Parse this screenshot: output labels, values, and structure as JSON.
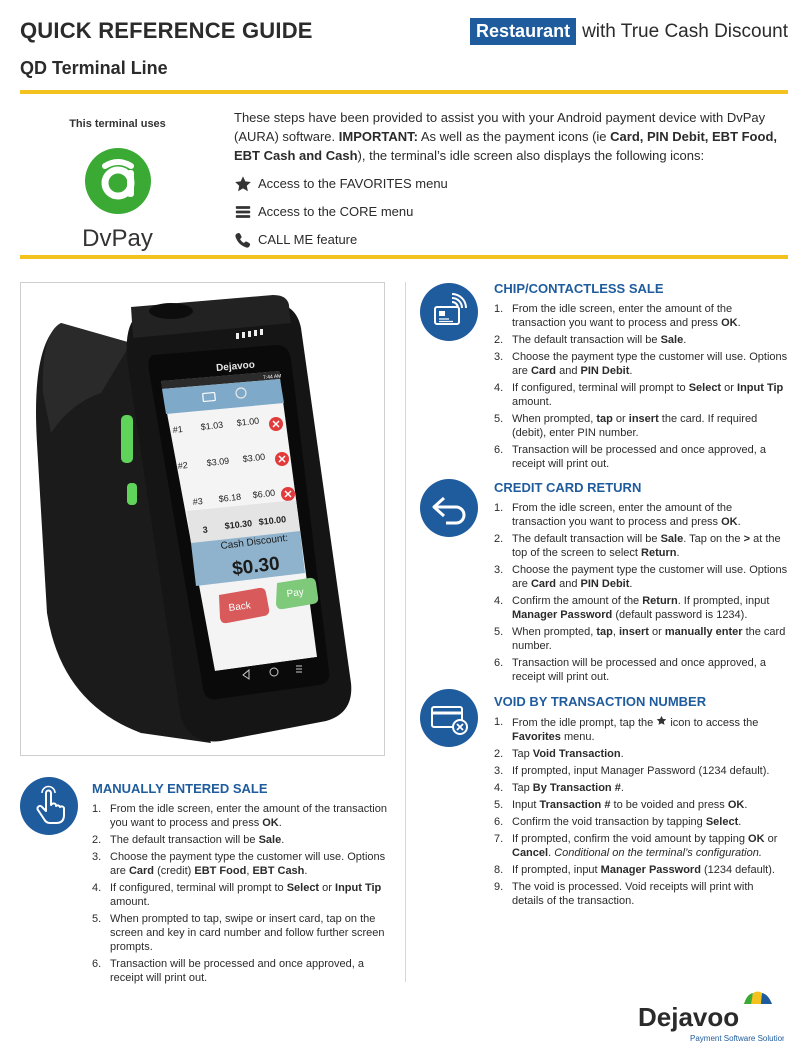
{
  "header": {
    "title": "QUICK REFERENCE GUIDE",
    "subtitle": "QD Terminal Line",
    "badge": "Restaurant",
    "badge_tail": "with True Cash Discount"
  },
  "intro": {
    "uses_label": "This terminal uses",
    "app_name": "DvPay",
    "text_1": "These steps have been provided to assist you with your Android payment device with DvPay (AURA) software. ",
    "important": "IMPORTANT:",
    "text_2": " As well as the payment icons (ie ",
    "bold_icons": "Card, PIN Debit, EBT Food, EBT Cash and Cash",
    "text_3": "), the terminal’s idle screen also displays the following icons:",
    "features": [
      {
        "icon": "star-icon",
        "label": "Access to the FAVORITES menu"
      },
      {
        "icon": "menu-icon",
        "label": "Access to the CORE menu"
      },
      {
        "icon": "phone-icon",
        "label": "CALL ME feature"
      }
    ]
  },
  "terminal_screen": {
    "brand": "Dejavoo",
    "status_time": "7:44 AM",
    "rows": [
      {
        "num": "#1",
        "cash": "$1.03",
        "card": "$1.00"
      },
      {
        "num": "#2",
        "cash": "$3.09",
        "card": "$3.00"
      },
      {
        "num": "#3",
        "cash": "$6.18",
        "card": "$6.00"
      }
    ],
    "total_count": "3",
    "total_cash": "$10.30",
    "total_card": "$10.00",
    "discount_label": "Cash Discount:",
    "discount_value": "$0.30",
    "back_label": "Back",
    "pay_label": "Pay"
  },
  "sections": {
    "chip": {
      "title": "CHIP/CONTACTLESS SALE",
      "steps": [
        {
          "n": "1.",
          "parts": [
            [
              "t",
              "From the idle screen, enter the amount of the transaction you want to process and press "
            ],
            [
              "b",
              "OK"
            ],
            [
              "t",
              "."
            ]
          ]
        },
        {
          "n": "2.",
          "parts": [
            [
              "t",
              "The default transaction will be "
            ],
            [
              "b",
              "Sale"
            ],
            [
              "t",
              "."
            ]
          ]
        },
        {
          "n": "3.",
          "parts": [
            [
              "t",
              "Choose the payment type the customer will use. Options are "
            ],
            [
              "b",
              "Card"
            ],
            [
              "t",
              " and "
            ],
            [
              "b",
              "PIN Debit"
            ],
            [
              "t",
              "."
            ]
          ]
        },
        {
          "n": "4.",
          "parts": [
            [
              "t",
              "If configured, terminal will prompt to "
            ],
            [
              "b",
              "Select"
            ],
            [
              "t",
              " or "
            ],
            [
              "b",
              "Input Tip"
            ],
            [
              "t",
              " amount."
            ]
          ]
        },
        {
          "n": "5.",
          "parts": [
            [
              "t",
              "When prompted, "
            ],
            [
              "b",
              "tap"
            ],
            [
              "t",
              " or "
            ],
            [
              "b",
              "insert"
            ],
            [
              "t",
              " the card. If required (debit), enter PIN number."
            ]
          ]
        },
        {
          "n": "6.",
          "parts": [
            [
              "t",
              "Transaction will be processed and once approved, a receipt will print out."
            ]
          ]
        }
      ]
    },
    "credit": {
      "title": "CREDIT CARD RETURN",
      "steps": [
        {
          "n": "1.",
          "parts": [
            [
              "t",
              "From the idle screen, enter the amount of the transaction you want to process and press "
            ],
            [
              "b",
              "OK"
            ],
            [
              "t",
              "."
            ]
          ]
        },
        {
          "n": "2.",
          "parts": [
            [
              "t",
              "The default transaction will be "
            ],
            [
              "b",
              "Sale"
            ],
            [
              "t",
              ". Tap on the "
            ],
            [
              "b",
              ">"
            ],
            [
              "t",
              " at the top of the screen to select "
            ],
            [
              "b",
              "Return"
            ],
            [
              "t",
              "."
            ]
          ]
        },
        {
          "n": "3.",
          "parts": [
            [
              "t",
              "Choose the payment type the customer will use. Options are "
            ],
            [
              "b",
              "Card"
            ],
            [
              "t",
              " and "
            ],
            [
              "b",
              "PIN Debit"
            ],
            [
              "t",
              "."
            ]
          ]
        },
        {
          "n": "4.",
          "parts": [
            [
              "t",
              "Confirm the amount of the "
            ],
            [
              "b",
              "Return"
            ],
            [
              "t",
              ". If prompted, input "
            ],
            [
              "b",
              "Manager Password"
            ],
            [
              "t",
              " (default password is 1234)."
            ]
          ]
        },
        {
          "n": "5.",
          "parts": [
            [
              "t",
              "When prompted, "
            ],
            [
              "b",
              "tap"
            ],
            [
              "t",
              ", "
            ],
            [
              "b",
              "insert"
            ],
            [
              "t",
              " or "
            ],
            [
              "b",
              "manually enter"
            ],
            [
              "t",
              " the card number."
            ]
          ]
        },
        {
          "n": "6.",
          "parts": [
            [
              "t",
              "Transaction will be processed and once approved, a receipt will print out."
            ]
          ]
        }
      ]
    },
    "void": {
      "title": "VOID BY TRANSACTION NUMBER",
      "steps": [
        {
          "n": "1.",
          "parts": [
            [
              "t",
              "From the idle prompt, tap the "
            ],
            [
              "star",
              ""
            ],
            [
              "t",
              " icon to access the "
            ],
            [
              "b",
              "Favorites"
            ],
            [
              "t",
              " menu."
            ]
          ]
        },
        {
          "n": "2.",
          "parts": [
            [
              "t",
              "Tap "
            ],
            [
              "b",
              "Void Transaction"
            ],
            [
              "t",
              "."
            ]
          ]
        },
        {
          "n": "3.",
          "parts": [
            [
              "t",
              "If prompted, input Manager Password (1234 default)."
            ]
          ]
        },
        {
          "n": "4.",
          "parts": [
            [
              "t",
              "Tap "
            ],
            [
              "b",
              "By Transaction #"
            ],
            [
              "t",
              "."
            ]
          ]
        },
        {
          "n": "5.",
          "parts": [
            [
              "t",
              "Input "
            ],
            [
              "b",
              "Transaction #"
            ],
            [
              "t",
              " to be voided and press "
            ],
            [
              "b",
              "OK"
            ],
            [
              "t",
              "."
            ]
          ]
        },
        {
          "n": "6.",
          "parts": [
            [
              "t",
              "Confirm the void transaction by tapping "
            ],
            [
              "b",
              "Select"
            ],
            [
              "t",
              "."
            ]
          ]
        },
        {
          "n": "7.",
          "parts": [
            [
              "t",
              "If prompted, confirm the void amount by tapping "
            ],
            [
              "b",
              "OK"
            ],
            [
              "t",
              " or "
            ],
            [
              "b",
              "Cancel"
            ],
            [
              "t",
              ". "
            ],
            [
              "i",
              "Conditional on the terminal’s configuration."
            ]
          ]
        },
        {
          "n": "8.",
          "parts": [
            [
              "t",
              "If prompted, input "
            ],
            [
              "b",
              "Manager Password"
            ],
            [
              "t",
              " (1234 default)."
            ]
          ]
        },
        {
          "n": "9.",
          "parts": [
            [
              "t",
              "The void is processed. Void receipts will print with details of the transaction."
            ]
          ]
        }
      ]
    },
    "manual": {
      "title": "MANUALLY ENTERED SALE",
      "steps": [
        {
          "n": "1.",
          "parts": [
            [
              "t",
              "From the idle screen, enter the amount of the transaction you want to process and press "
            ],
            [
              "b",
              "OK"
            ],
            [
              "t",
              "."
            ]
          ]
        },
        {
          "n": "2.",
          "parts": [
            [
              "t",
              "The default transaction will be "
            ],
            [
              "b",
              "Sale"
            ],
            [
              "t",
              "."
            ]
          ]
        },
        {
          "n": "3.",
          "parts": [
            [
              "t",
              "Choose the payment type the customer will use. Options are "
            ],
            [
              "b",
              "Card"
            ],
            [
              "t",
              " (credit) "
            ],
            [
              "b",
              "EBT Food"
            ],
            [
              "t",
              ", "
            ],
            [
              "b",
              "EBT Cash"
            ],
            [
              "t",
              "."
            ]
          ]
        },
        {
          "n": "4.",
          "parts": [
            [
              "t",
              "If configured, terminal will prompt to "
            ],
            [
              "b",
              "Select"
            ],
            [
              "t",
              " or "
            ],
            [
              "b",
              "Input Tip"
            ],
            [
              "t",
              " amount."
            ]
          ]
        },
        {
          "n": "5.",
          "parts": [
            [
              "t",
              "When prompted to tap, swipe or insert card, tap on the screen and key in card number and follow further screen prompts."
            ]
          ]
        },
        {
          "n": "6.",
          "parts": [
            [
              "t",
              "Transaction will be processed and once approved, a receipt will print out."
            ]
          ]
        }
      ]
    }
  },
  "footer": {
    "brand": "Dejavoo",
    "tagline": "Payment Software Solutions"
  },
  "colors": {
    "accent_blue": "#1f5c9e",
    "rule_yellow": "#f4c21f",
    "dvpay_green": "#3aaa35"
  }
}
